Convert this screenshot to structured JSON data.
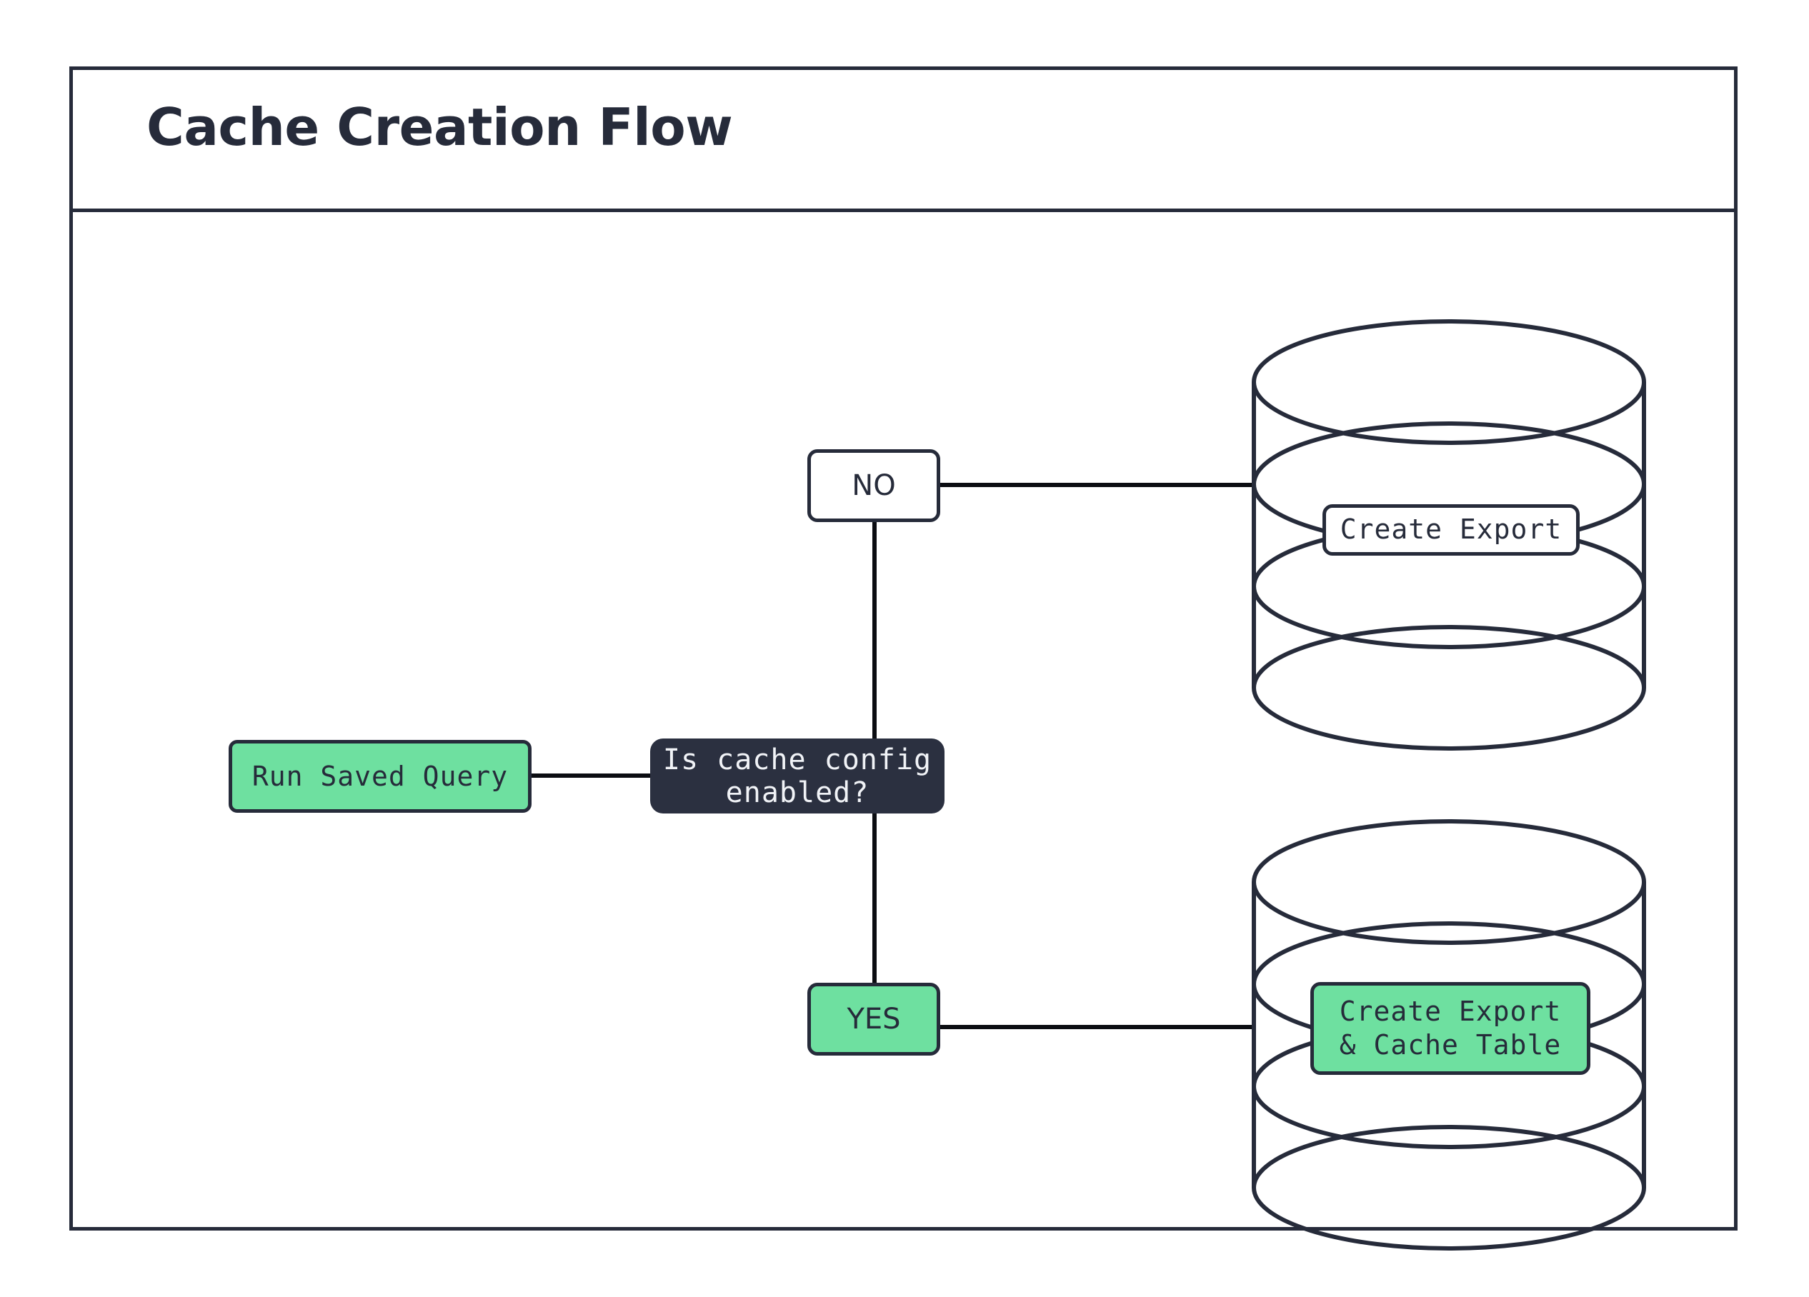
{
  "diagram": {
    "title": "Cache Creation Flow",
    "type": "flowchart",
    "colors": {
      "stroke": "#262b3a",
      "green_fill": "#6ee0a0",
      "decision_fill": "#2b3040",
      "decision_text": "#f1f3f7",
      "background": "#ffffff"
    },
    "nodes": [
      {
        "id": "run-saved-query",
        "label": "Run Saved Query",
        "shape": "rounded-rect",
        "style": "green"
      },
      {
        "id": "cache-config-decision",
        "label": "Is cache config enabled?",
        "shape": "rounded-rect",
        "style": "dark"
      },
      {
        "id": "create-export-db",
        "label": "Create Export",
        "shape": "database-cylinder",
        "style": "white-label"
      },
      {
        "id": "create-export-cache-db",
        "label": "Create Export\n& Cache Table",
        "shape": "database-cylinder",
        "style": "green-label"
      }
    ],
    "edge_labels": [
      {
        "id": "no-branch",
        "label": "NO",
        "style": "white"
      },
      {
        "id": "yes-branch",
        "label": "YES",
        "style": "green"
      }
    ],
    "edges": [
      {
        "from": "run-saved-query",
        "to": "cache-config-decision",
        "label": ""
      },
      {
        "from": "cache-config-decision",
        "to": "create-export-db",
        "label": "NO"
      },
      {
        "from": "cache-config-decision",
        "to": "create-export-cache-db",
        "label": "YES"
      }
    ]
  }
}
